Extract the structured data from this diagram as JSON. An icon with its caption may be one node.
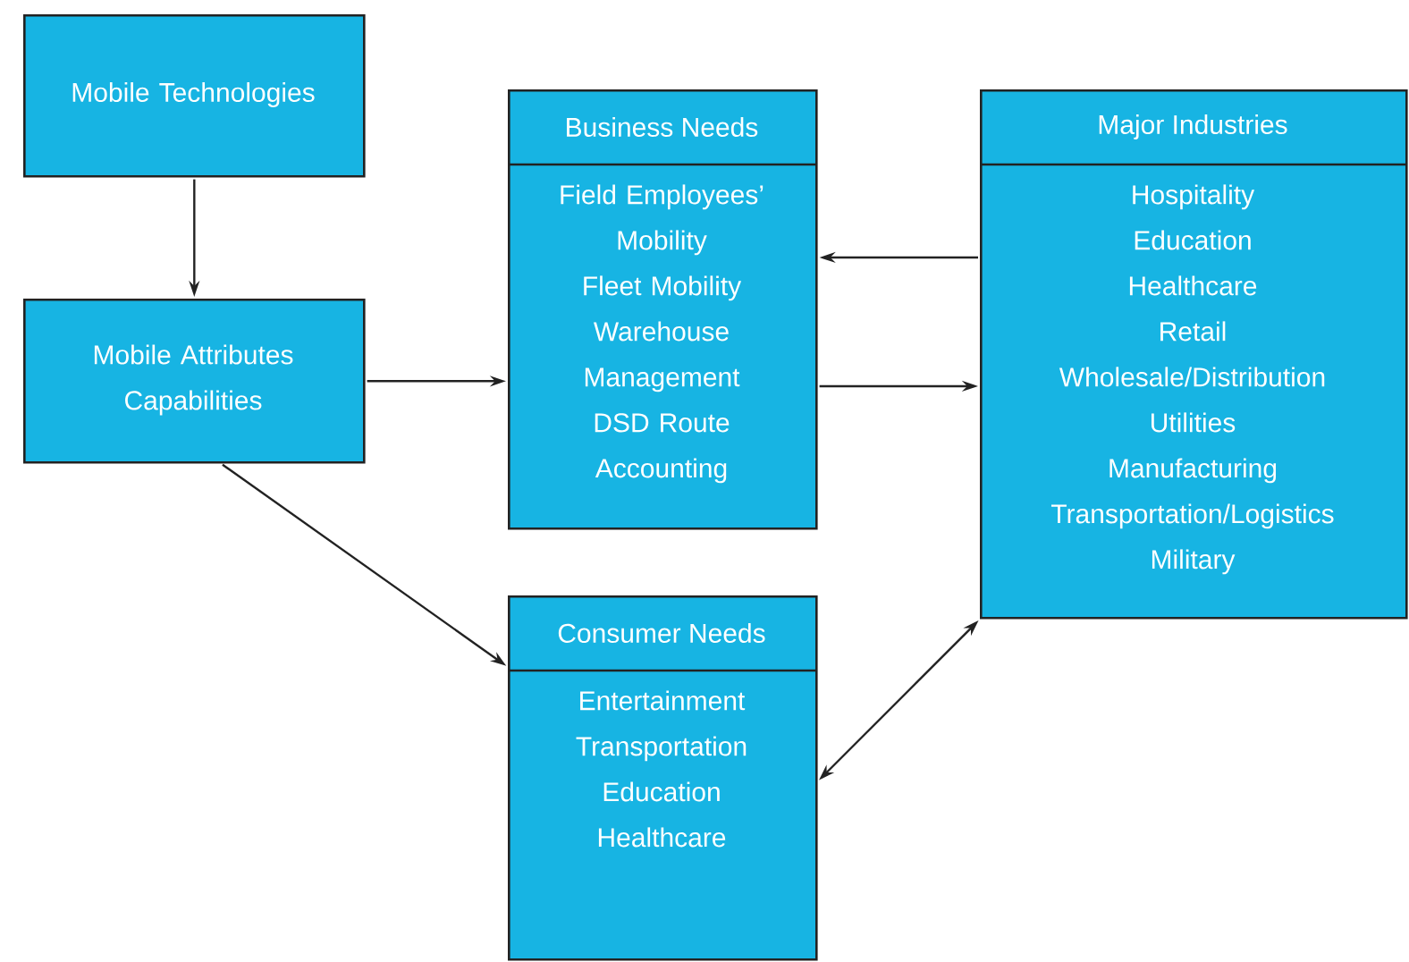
{
  "diagram": {
    "nodes": [
      {
        "text": [
          "Mobile Technologies"
        ]
      },
      {
        "text": [
          "Mobile Attributes Capabilities"
        ]
      },
      {
        "text": [
          "Business Needs",
          "Field Employees’ Mobility",
          "Fleet Mobility",
          "Warehouse Management",
          "DSD Route Accounting"
        ]
      },
      {
        "text": [
          "Major Industries",
          "Hospitality",
          "Education",
          "Healthcare",
          "Retail",
          "Wholesale/Distribution",
          "Utilities",
          "Manufacturing",
          "Transportation/Logistics",
          "Military"
        ]
      },
      {
        "text": [
          "Consumer Needs",
          "Entertainment",
          "Transportation",
          "Education",
          "Healthcare"
        ]
      }
    ],
    "edges": [
      {
        "from": 0,
        "to": 1,
        "arrow": "to"
      },
      {
        "from": 1,
        "to": 2,
        "arrow": "to"
      },
      {
        "from": 1,
        "to": 4,
        "arrow": "to"
      },
      {
        "from": 3,
        "to": 2,
        "arrow": "to"
      },
      {
        "from": 2,
        "to": 3,
        "arrow": "to"
      },
      {
        "from": 4,
        "to": 3,
        "arrow": "both"
      }
    ]
  }
}
